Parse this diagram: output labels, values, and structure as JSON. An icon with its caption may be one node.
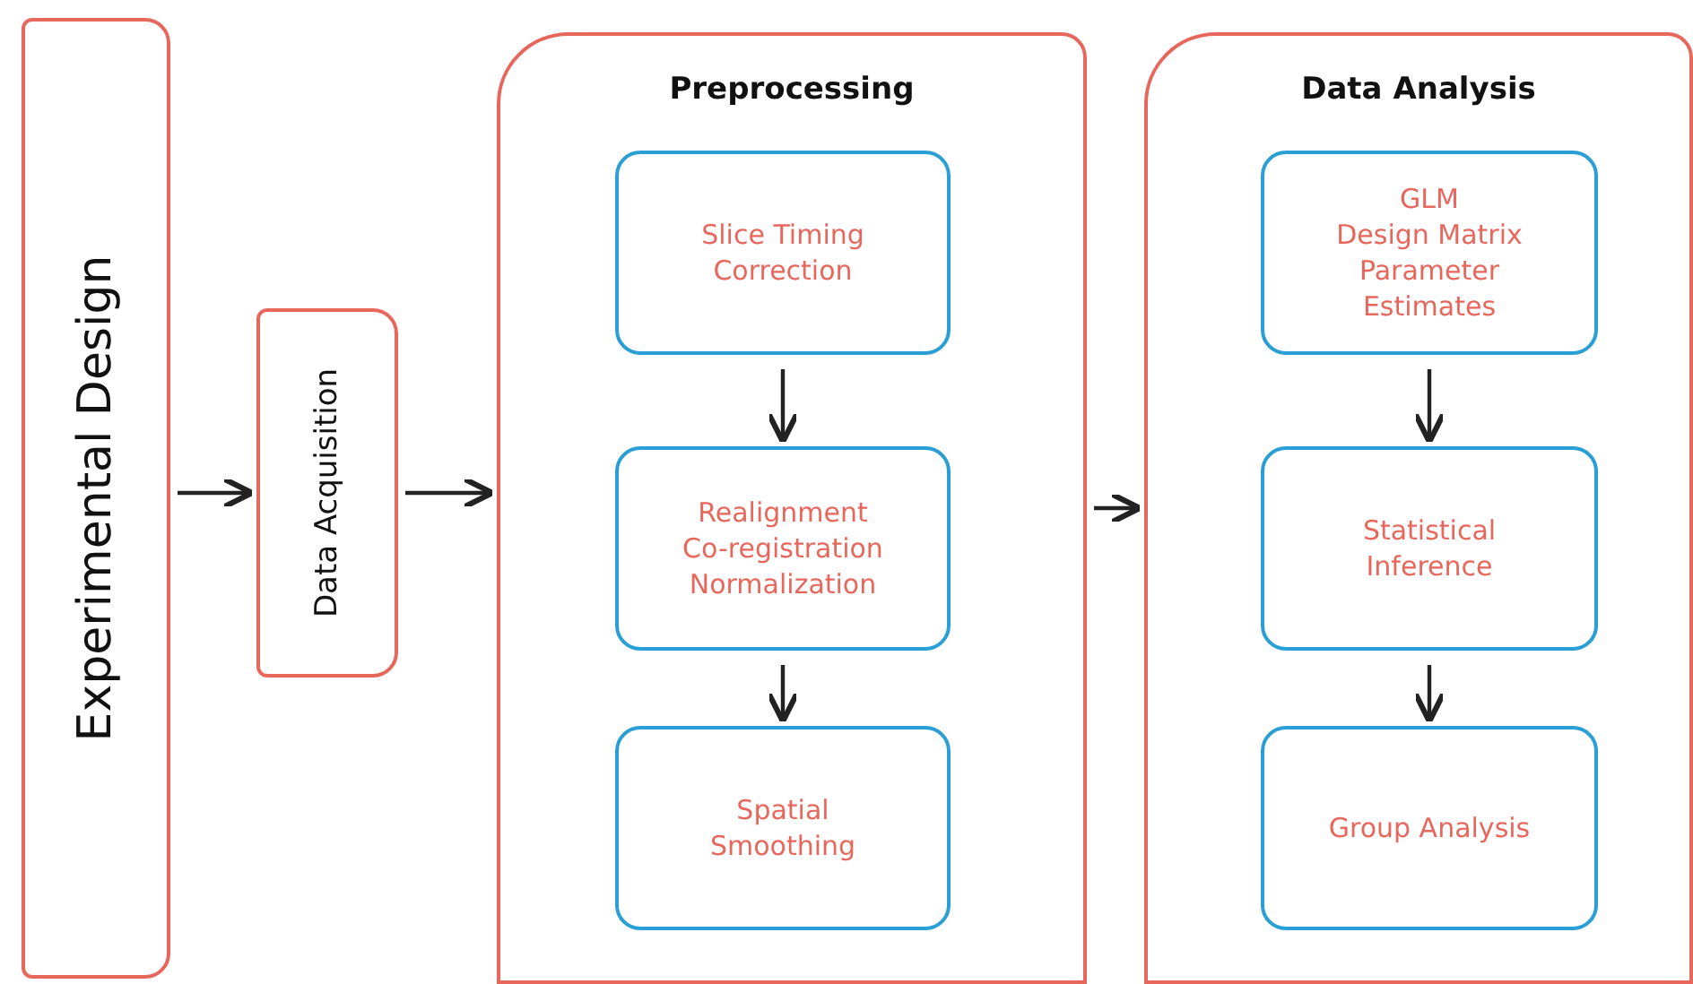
{
  "diagram": {
    "nodes": [
      {
        "text": [
          "Experimental Design"
        ]
      },
      {
        "text": [
          "Data Acquisition"
        ]
      },
      {
        "text": [
          "Preprocessing"
        ]
      },
      {
        "text": [
          "Slice Timing Correction"
        ],
        "in": 2
      },
      {
        "text": [
          "Realignment",
          "Co-registration",
          "Normalization"
        ],
        "in": 2
      },
      {
        "text": [
          "Spatial Smoothing"
        ],
        "in": 2
      },
      {
        "text": [
          "Data Analysis"
        ]
      },
      {
        "text": [
          "GLM",
          "Design Matrix",
          "Parameter Estimates"
        ],
        "in": 6
      },
      {
        "text": [
          "Statistical Inference"
        ],
        "in": 6
      },
      {
        "text": [
          "Group Analysis"
        ],
        "in": 6
      }
    ],
    "edges": [
      {
        "from": 0,
        "to": 1,
        "arrow": "to"
      },
      {
        "from": 1,
        "to": 2,
        "arrow": "to"
      },
      {
        "from": 2,
        "to": 6,
        "arrow": "to"
      },
      {
        "from": 3,
        "to": 4,
        "arrow": "to"
      },
      {
        "from": 4,
        "to": 5,
        "arrow": "to"
      },
      {
        "from": 7,
        "to": 8,
        "arrow": "to"
      },
      {
        "from": 8,
        "to": 9,
        "arrow": "to"
      }
    ]
  }
}
